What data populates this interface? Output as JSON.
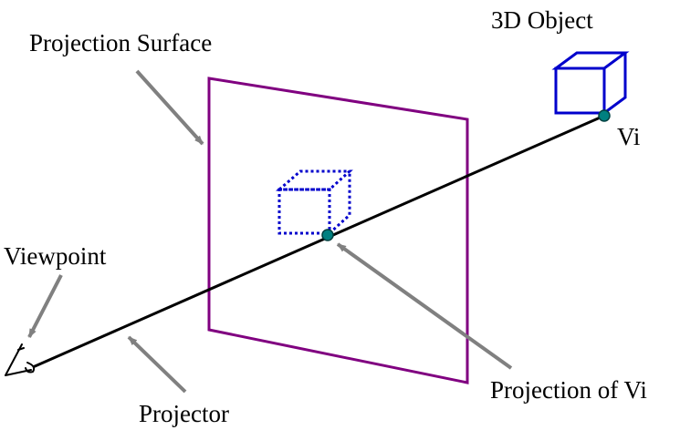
{
  "labels": {
    "projection_surface": "Projection Surface",
    "object_3d": "3D Object",
    "vi": "Vi",
    "viewpoint": "Viewpoint",
    "projection_of_vi": "Projection of Vi",
    "projector": "Projector"
  },
  "colors": {
    "plane": "#800080",
    "cube": "#0000cc",
    "projector_line": "#000000",
    "point_fill": "#008080",
    "arrow": "#808080",
    "text": "#000000"
  },
  "icons": {
    "eye": "eye-icon"
  }
}
